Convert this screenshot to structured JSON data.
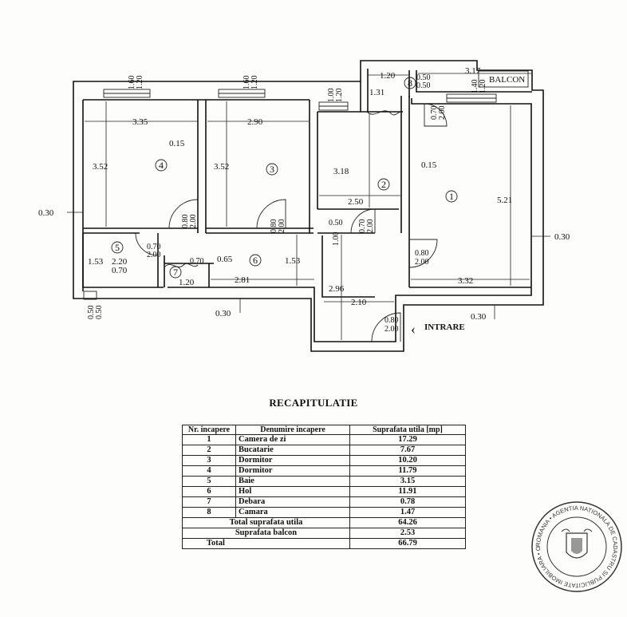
{
  "plan": {
    "rooms": [
      {
        "no": "1"
      },
      {
        "no": "2"
      },
      {
        "no": "3"
      },
      {
        "no": "4"
      },
      {
        "no": "5"
      },
      {
        "no": "6"
      },
      {
        "no": "7"
      },
      {
        "no": "8"
      }
    ],
    "labels": {
      "balcon": "BALCON",
      "intrare": "INTRARE"
    },
    "dims": {
      "r4_width": "3.35",
      "r4_height": "3.52",
      "r4_gap": "0.15",
      "r3_width": "2.90",
      "r3_height": "3.52",
      "r2_width": "2.50",
      "r2_height": "3.18",
      "r2_gap": "0.15",
      "r1_width": "3.32",
      "r1_height": "5.21",
      "wall_left": "0.30",
      "wall_right": "0.30",
      "wall_bottom_left": "0.30",
      "wall_bottom_right": "0.30",
      "hol_width": "2.81",
      "hol_height": "1.53",
      "hol_small": "0.65",
      "baie_w": "2.20",
      "baie_h": "1.53",
      "baie_in": "0.70",
      "debara_w": "1.20",
      "r8_w": "1.20",
      "r8_h": "1.31",
      "balcon_w": "3.17",
      "corr_w": "2.10",
      "corr_h": "2.96",
      "b8_a": "0.50",
      "b8_b": "0.50",
      "door50": "0.50",
      "w1_a": "1.60",
      "w1_b": "1.20",
      "w2_a": "1.60",
      "w2_b": "1.20",
      "w3_a": "1.00",
      "w3_b": "1.20",
      "w4_a": "1.40",
      "w4_b": "1.20",
      "bot_a": "0.50",
      "bot_b": "0.50",
      "d_r4_a": "0.80",
      "d_r4_b": "2.00",
      "d_r3_a": "0.80",
      "d_r3_b": "2.00",
      "d_r2_a": "0.70",
      "d_r2_b": "2.00",
      "d_r1_a": "0.80",
      "d_r1_b": "2.00",
      "d_bal_a": "0.70",
      "d_bal_b": "2.00",
      "d_baie_a": "0.70",
      "d_baie_b": "2.00",
      "d_in_a": "0.80",
      "d_in_b": "2.00"
    }
  },
  "recap": {
    "title": "RECAPITULATIE",
    "headers": {
      "nr": "Nr. incapere",
      "name": "Denumire incapere",
      "area": "Suprafata utila [mp]"
    },
    "rows": [
      {
        "nr": "1",
        "name": "Camera de zi",
        "area": "17.29"
      },
      {
        "nr": "2",
        "name": "Bucatarie",
        "area": "7.67"
      },
      {
        "nr": "3",
        "name": "Dormitor",
        "area": "10.20"
      },
      {
        "nr": "4",
        "name": "Dormitor",
        "area": "11.79"
      },
      {
        "nr": "5",
        "name": "Baie",
        "area": "3.15"
      },
      {
        "nr": "6",
        "name": "Hol",
        "area": "11.91"
      },
      {
        "nr": "7",
        "name": "Debara",
        "area": "0.78"
      },
      {
        "nr": "8",
        "name": "Camara",
        "area": "1.47"
      }
    ],
    "total_utila_label": "Total suprafata utila",
    "total_utila": "64.26",
    "balcon_label": "Suprafata balcon",
    "balcon": "2.53",
    "total_label": "Total",
    "total": "66.79"
  },
  "stamp": {
    "text": "ROMANIA • AGENTIA NATIONALA DE CADASTRU SI PUBLICITATE IMOBILIARA • O.C.P.I. •"
  }
}
